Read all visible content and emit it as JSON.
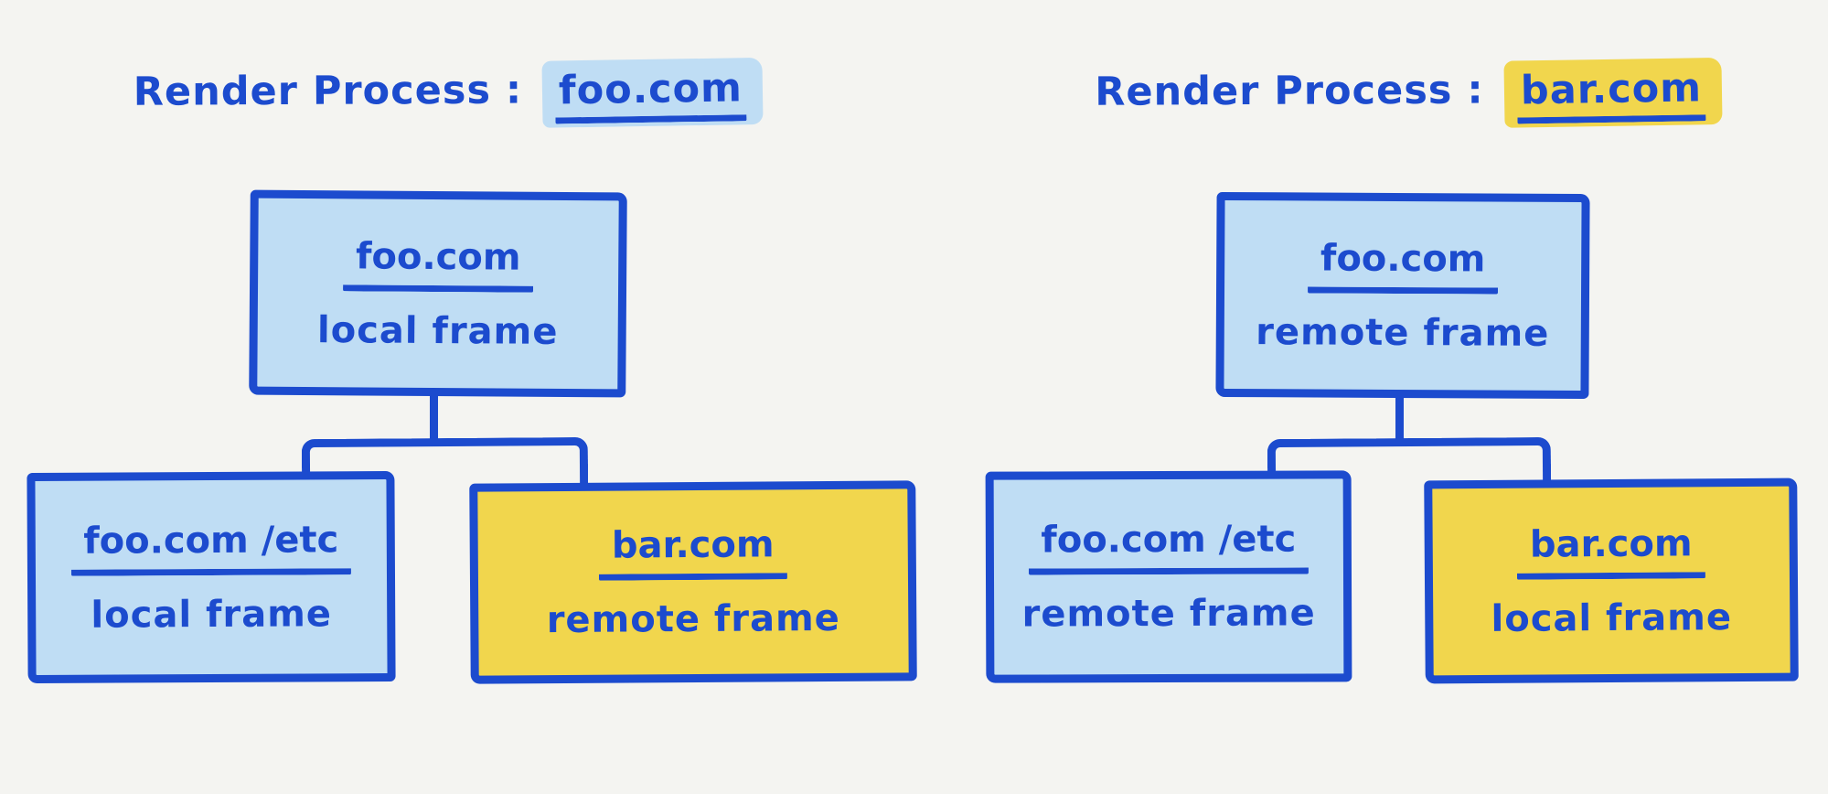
{
  "colors": {
    "background": "#f4f4f1",
    "ink": "#1c4bce",
    "blue_fill": "#bfddf4",
    "yellow_fill": "#f1d64d"
  },
  "panels": [
    {
      "title_prefix": "Render Process :",
      "title_domain": "foo.com",
      "title_highlight": "blue",
      "root": {
        "domain": "foo.com",
        "frame_type": "local frame",
        "fill": "blue"
      },
      "children": [
        {
          "domain": "foo.com /etc",
          "frame_type": "local frame",
          "fill": "blue"
        },
        {
          "domain": "bar.com",
          "frame_type": "remote frame",
          "fill": "yellow"
        }
      ]
    },
    {
      "title_prefix": "Render Process :",
      "title_domain": "bar.com",
      "title_highlight": "yellow",
      "root": {
        "domain": "foo.com",
        "frame_type": "remote frame",
        "fill": "blue"
      },
      "children": [
        {
          "domain": "foo.com /etc",
          "frame_type": "remote frame",
          "fill": "blue"
        },
        {
          "domain": "bar.com",
          "frame_type": "local frame",
          "fill": "yellow"
        }
      ]
    }
  ]
}
